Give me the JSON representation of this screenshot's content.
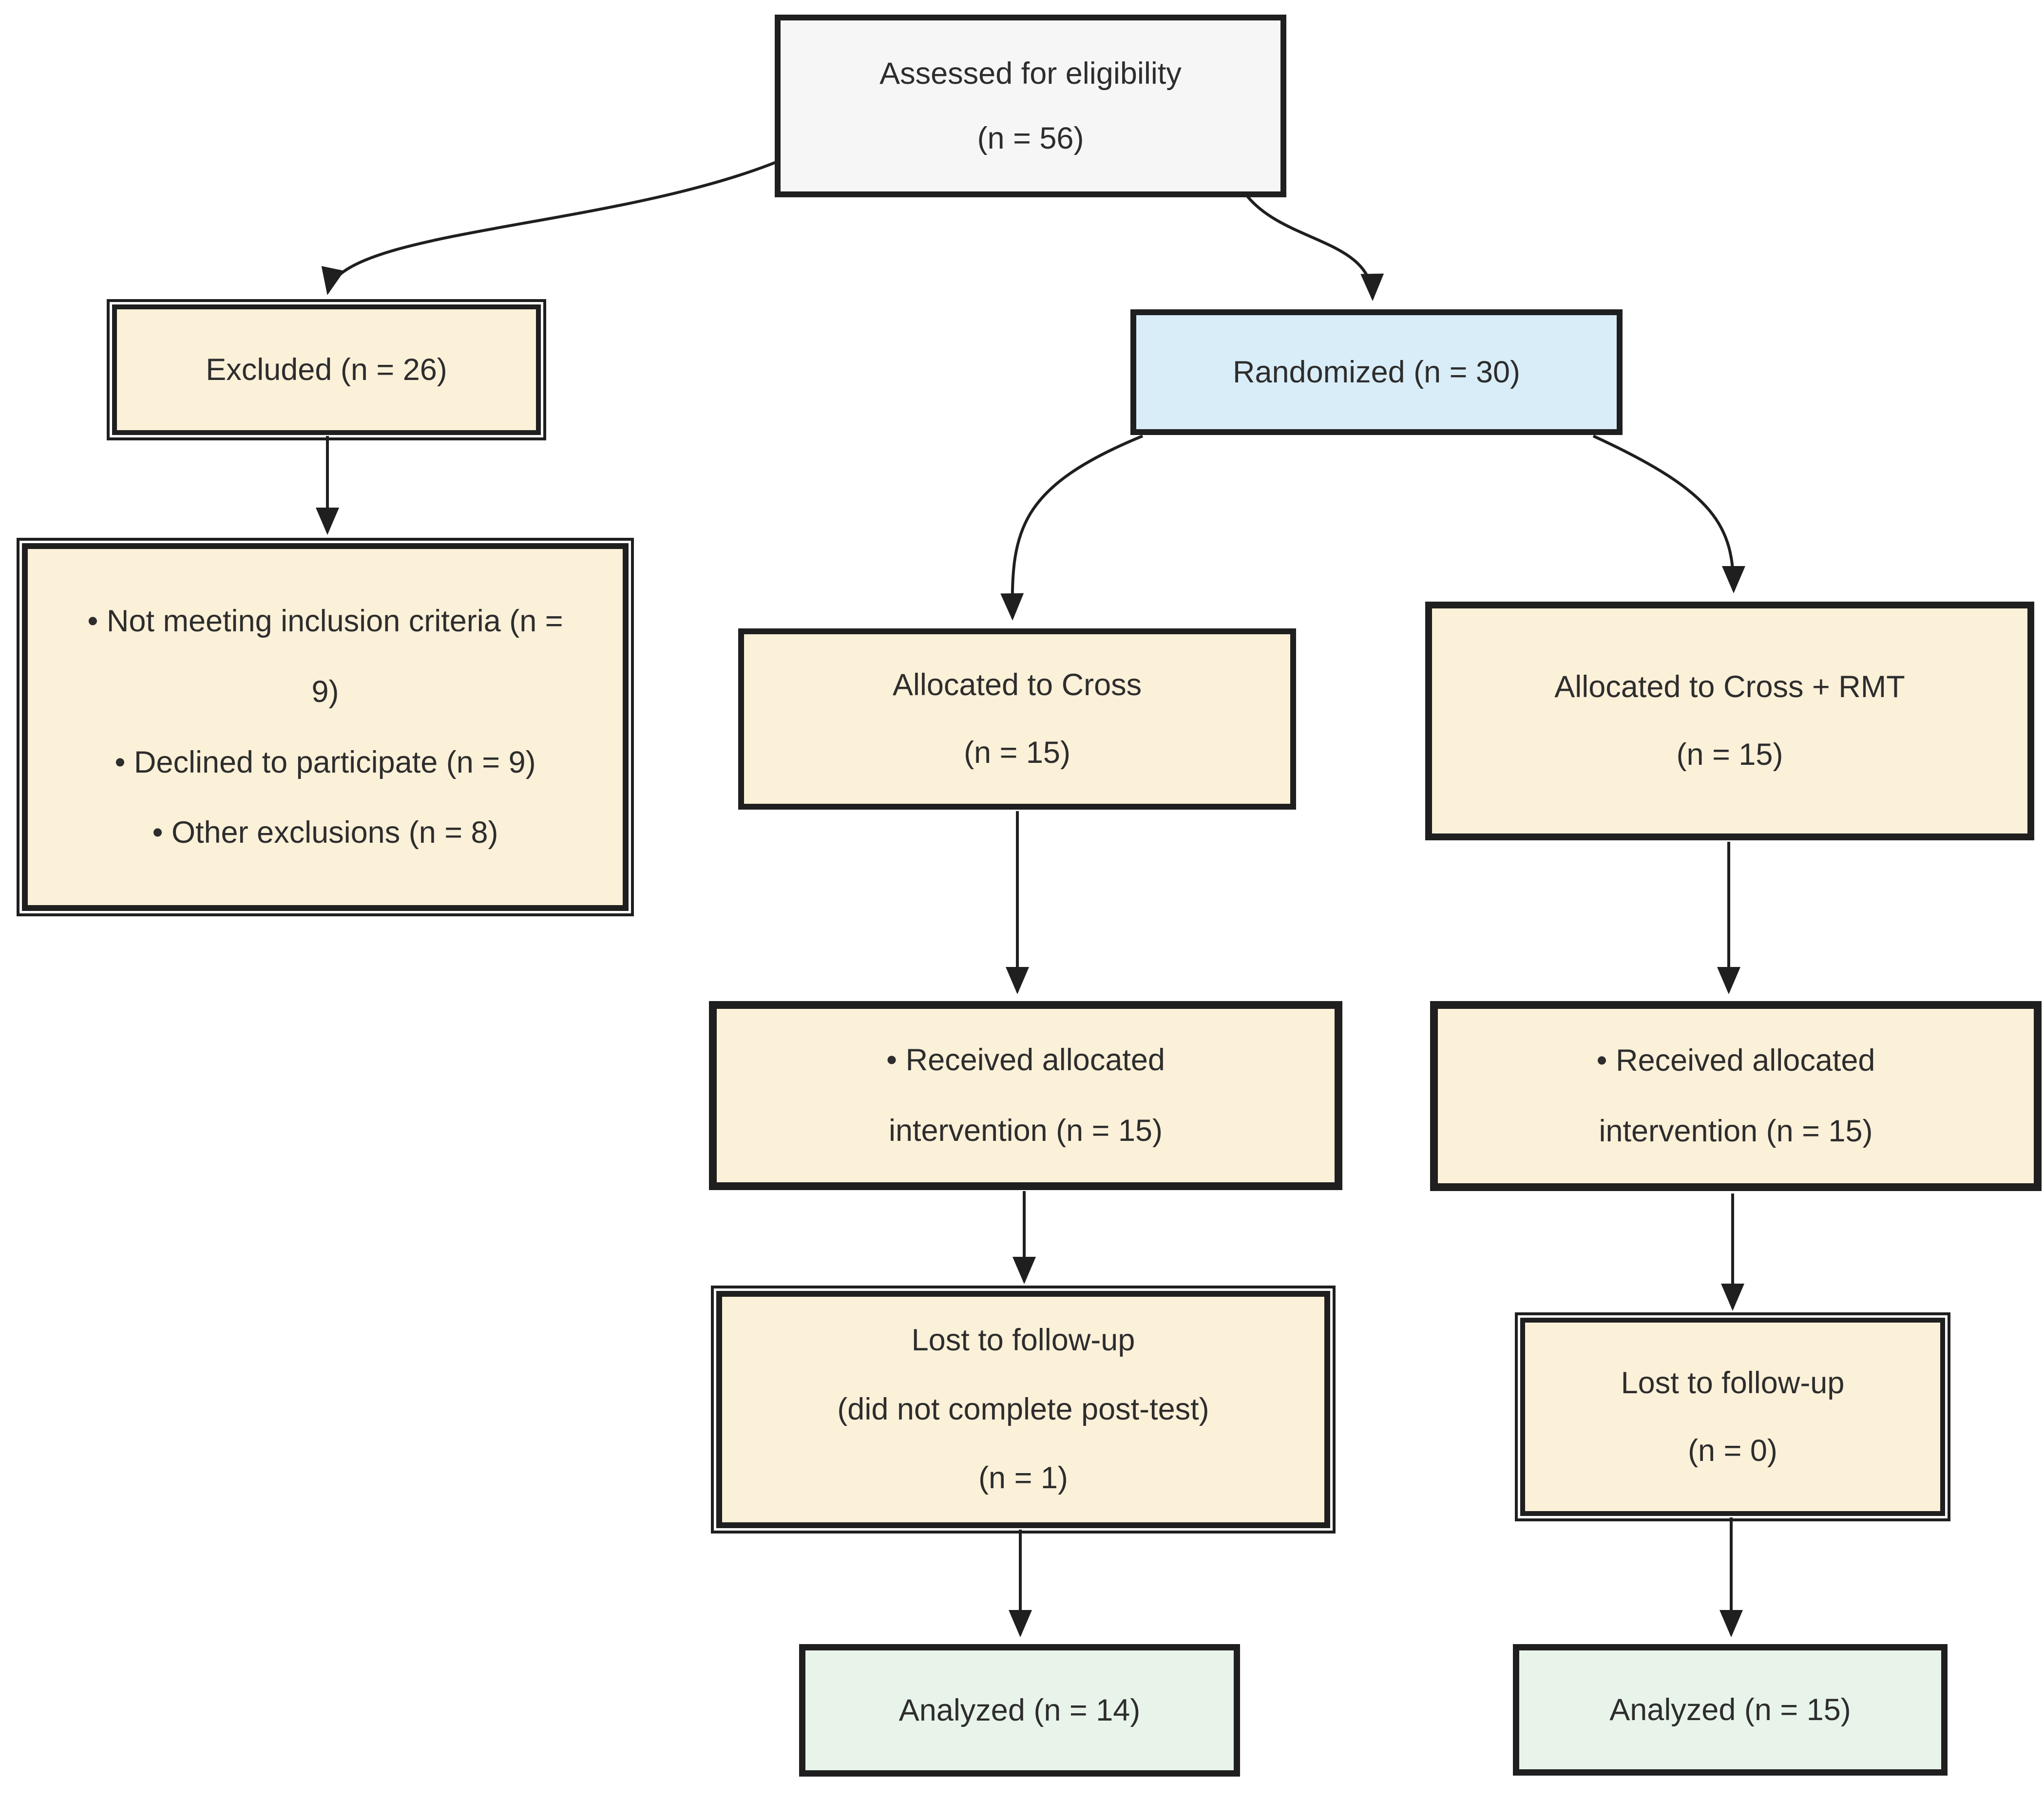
{
  "palette": {
    "box_border": "#1f1f1f",
    "tan_fill": "#fbf0d8",
    "blue_fill": "#d9edf8",
    "gray_fill": "#f6f6f6",
    "green_fill": "#e8f3ea",
    "text": "#2d2d2d",
    "connector": "#1f1f1f"
  },
  "nodes": {
    "assessed": {
      "lines": [
        "Assessed for eligibility",
        "(n = 56)"
      ]
    },
    "excluded": {
      "lines": [
        "Excluded (n = 26)"
      ]
    },
    "exclusion_reasons": {
      "bullets": [
        "• Not meeting inclusion criteria (n = 9)",
        "• Declined to participate (n = 9)",
        "• Other exclusions (n = 8)"
      ]
    },
    "randomized": {
      "lines": [
        "Randomized (n = 30)"
      ]
    },
    "alloc_cross": {
      "lines": [
        "Allocated to Cross",
        "(n = 15)"
      ]
    },
    "alloc_cross_rmt": {
      "lines": [
        "Allocated to Cross + RMT",
        "(n = 15)"
      ]
    },
    "received_cross": {
      "bullets": [
        "• Received allocated intervention (n = 15)"
      ]
    },
    "received_cross_rmt": {
      "bullets": [
        "• Received allocated intervention (n = 15)"
      ]
    },
    "lost_cross": {
      "lines": [
        "Lost to follow-up",
        "(did not complete post-test)",
        "(n = 1)"
      ]
    },
    "lost_cross_rmt": {
      "lines": [
        "Lost to follow-up",
        "(n = 0)"
      ]
    },
    "analyzed_cross": {
      "lines": [
        "Analyzed (n = 14)"
      ]
    },
    "analyzed_cross_rmt": {
      "lines": [
        "Analyzed (n = 15)"
      ]
    }
  },
  "edges": [
    {
      "from": "assessed",
      "to": "excluded"
    },
    {
      "from": "assessed",
      "to": "randomized"
    },
    {
      "from": "excluded",
      "to": "exclusion_reasons"
    },
    {
      "from": "randomized",
      "to": "alloc_cross"
    },
    {
      "from": "randomized",
      "to": "alloc_cross_rmt"
    },
    {
      "from": "alloc_cross",
      "to": "received_cross"
    },
    {
      "from": "alloc_cross_rmt",
      "to": "received_cross_rmt"
    },
    {
      "from": "received_cross",
      "to": "lost_cross"
    },
    {
      "from": "received_cross_rmt",
      "to": "lost_cross_rmt"
    },
    {
      "from": "lost_cross",
      "to": "analyzed_cross"
    },
    {
      "from": "lost_cross_rmt",
      "to": "analyzed_cross_rmt"
    }
  ]
}
